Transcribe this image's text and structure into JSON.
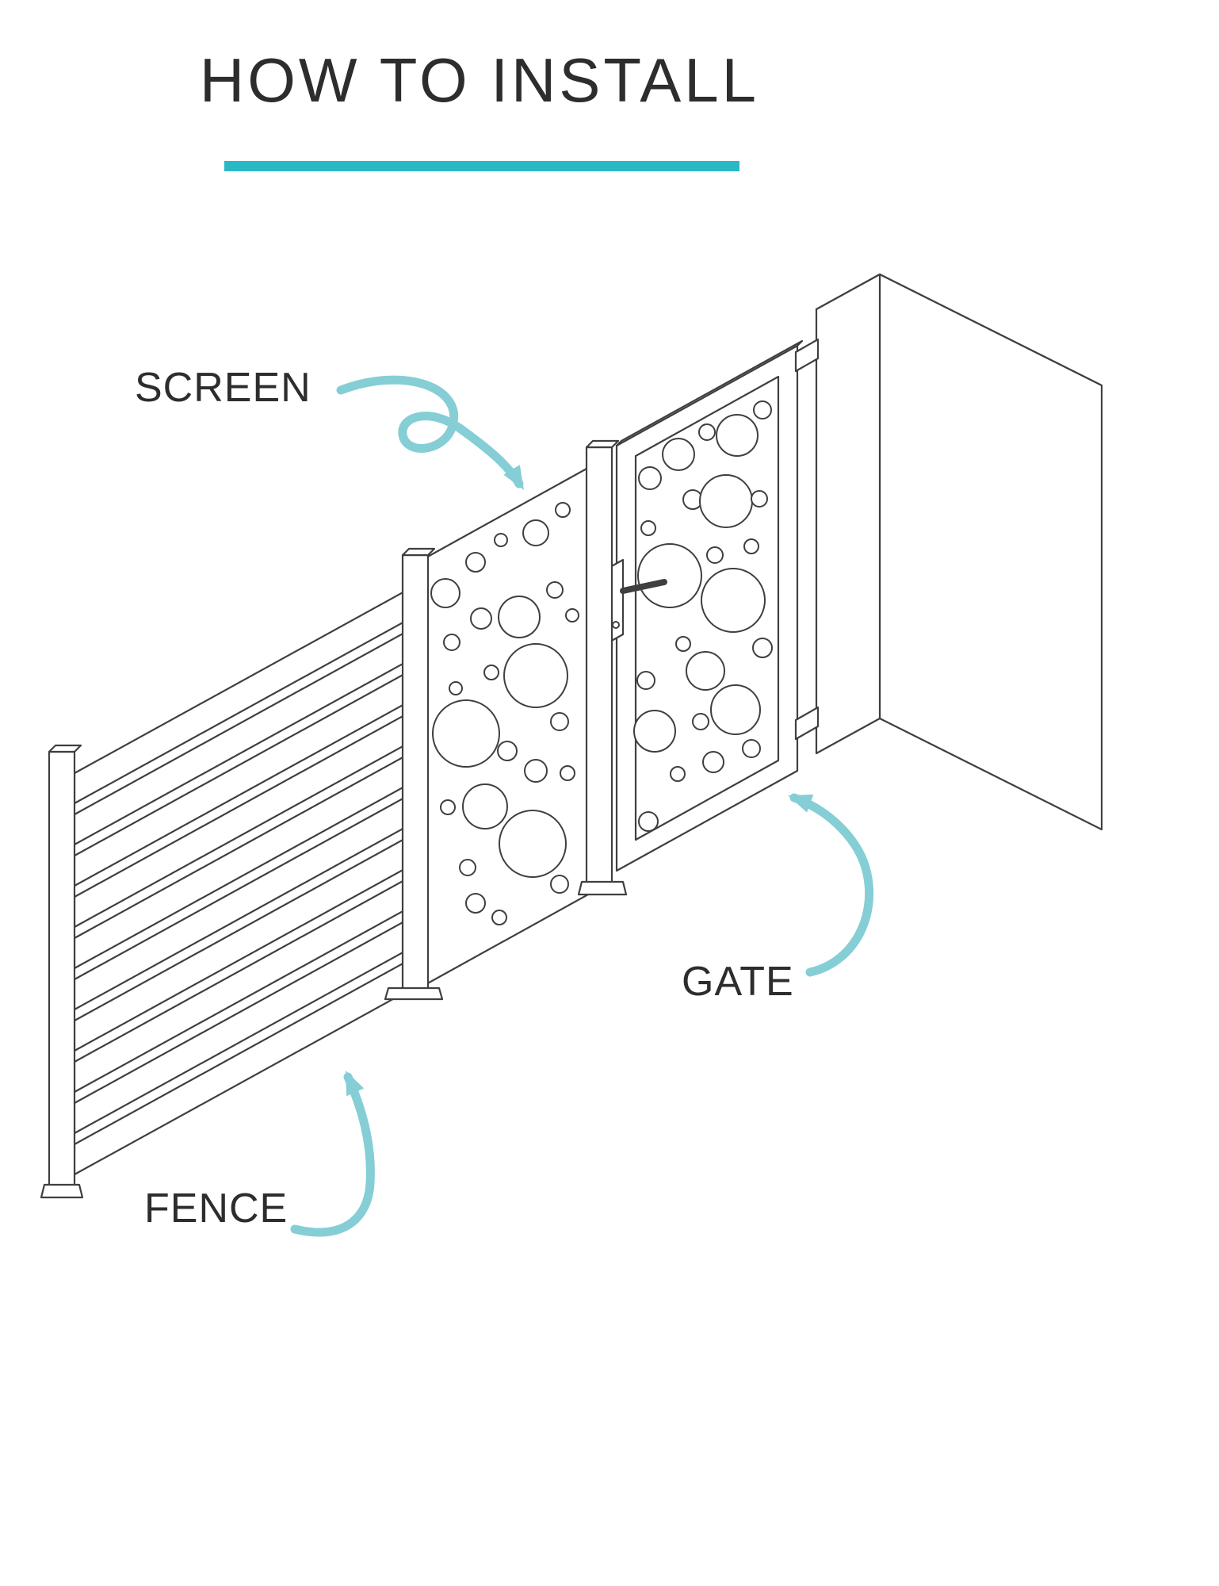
{
  "title": "HOW TO INSTALL",
  "labels": {
    "screen": "SCREEN",
    "gate": "GATE",
    "fence": "FENCE"
  },
  "colors": {
    "accent": "#29b8c5",
    "arrow": "#85ced6",
    "line_art": "#3f3f3f",
    "text": "#2d2d2d",
    "background": "#ffffff"
  }
}
